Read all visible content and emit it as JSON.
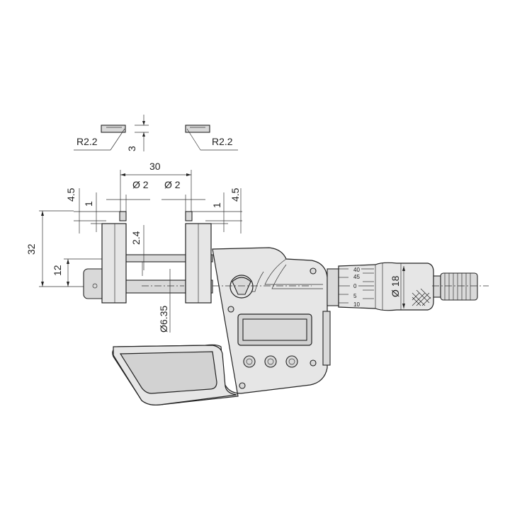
{
  "dimensions": {
    "tip_radius_left": "R2.2",
    "tip_radius_right": "R2.2",
    "tip_height": "3",
    "jaw_spacing": "30",
    "tip_diameter_left": "Ø 2",
    "tip_diameter_right": "Ø 2",
    "tip_height_left": "4.5",
    "tip_height_right": "4.5",
    "tip_step_left": "1",
    "tip_step_right": "1",
    "total_height": "32",
    "spindle_height": "12",
    "spindle_gap": "2.4",
    "spindle_diameter": "Ø6.35",
    "thimble_diameter": "Ø 18"
  },
  "thimble_scale": [
    "40",
    "45",
    "0",
    "5",
    "10"
  ],
  "colors": {
    "line": "#222222",
    "body_fill": "#e6e6e6",
    "lcd_fill": "#d2d2d2"
  }
}
